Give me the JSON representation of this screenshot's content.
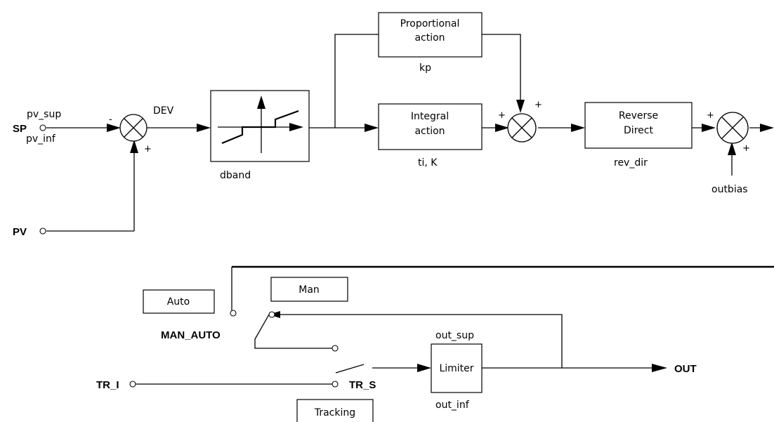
{
  "inputs": {
    "sp": "SP",
    "pv": "PV",
    "tr_i": "TR_I",
    "tr_s": "TR_S",
    "man_auto": "MAN_AUTO"
  },
  "labels": {
    "pv_sup": "pv_sup",
    "pv_inf": "pv_inf",
    "dev": "DEV",
    "dband": "dband",
    "kp": "kp",
    "ti_k": "ti, K",
    "rev_dir": "rev_dir",
    "outbias": "outbias",
    "out_sup": "out_sup",
    "out_inf": "out_inf",
    "out": "OUT"
  },
  "blocks": {
    "proportional_line1": "Proportional",
    "proportional_line2": "action",
    "integral_line1": "Integral",
    "integral_line2": "action",
    "reverse_line1": "Reverse",
    "reverse_line2": "Direct",
    "limiter": "Limiter",
    "auto": "Auto",
    "man": "Man",
    "tracking": "Tracking"
  },
  "signs": {
    "minus": "-",
    "plus": "+"
  }
}
